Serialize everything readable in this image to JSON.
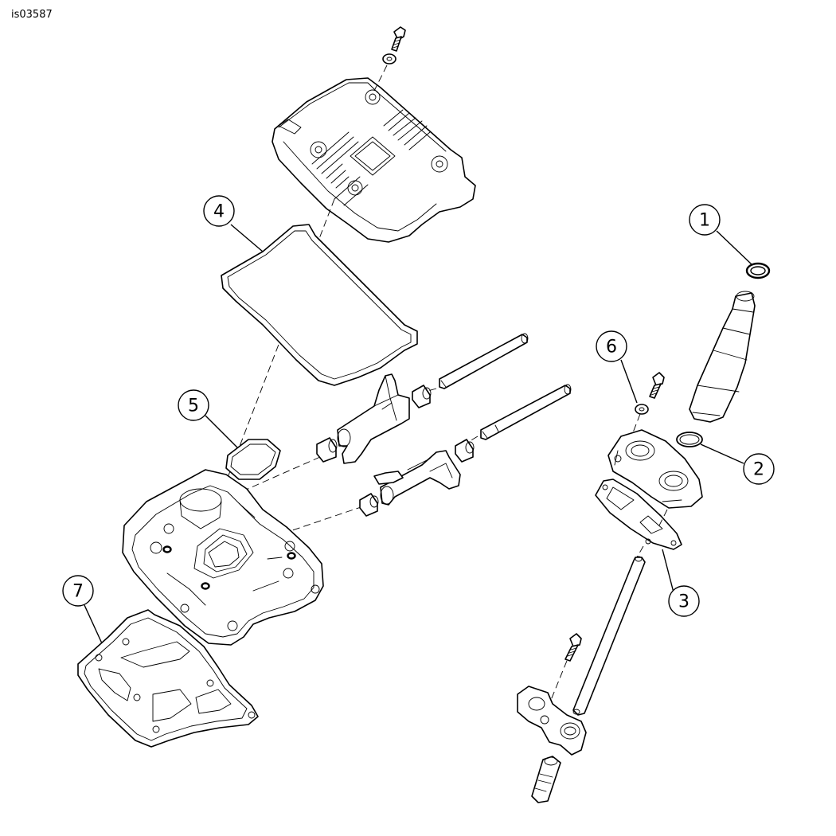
{
  "figure_id": "is03587",
  "callouts": [
    "1",
    "2",
    "3",
    "4",
    "5",
    "6",
    "7"
  ]
}
